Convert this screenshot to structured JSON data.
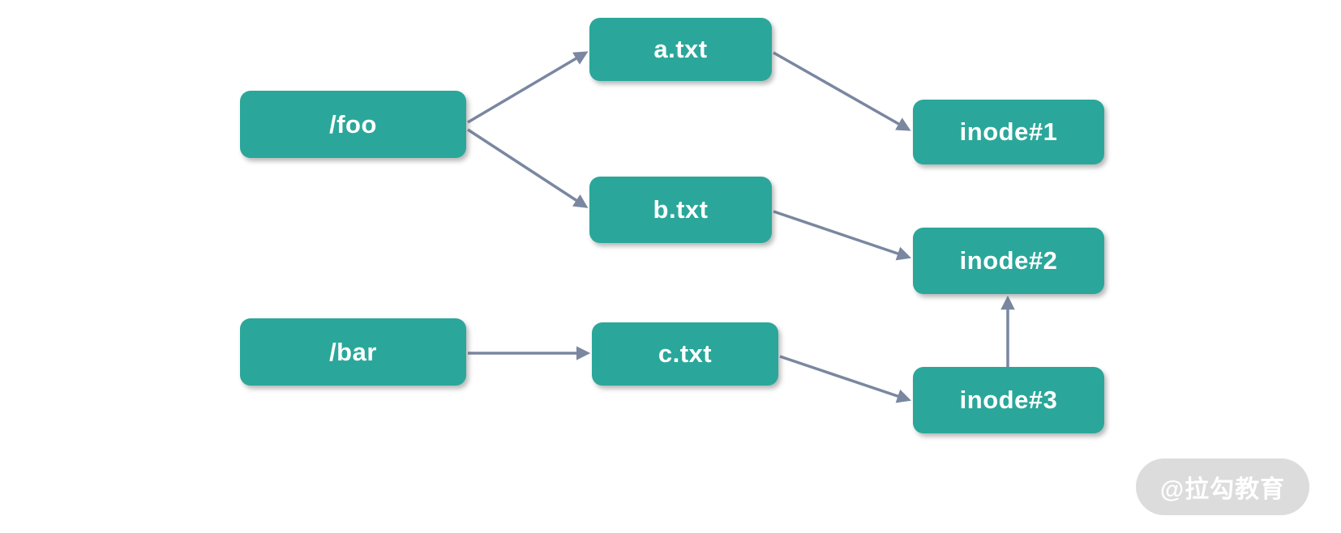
{
  "diagram": {
    "description": "Directory entries mapping file names to inodes",
    "nodes": [
      {
        "id": "foo",
        "label": "/foo"
      },
      {
        "id": "a-txt",
        "label": "a.txt"
      },
      {
        "id": "b-txt",
        "label": "b.txt"
      },
      {
        "id": "bar",
        "label": "/bar"
      },
      {
        "id": "c-txt",
        "label": "c.txt"
      },
      {
        "id": "inode1",
        "label": "inode#1"
      },
      {
        "id": "inode2",
        "label": "inode#2"
      },
      {
        "id": "inode3",
        "label": "inode#3"
      }
    ],
    "edges": [
      {
        "from": "/foo",
        "to": "a.txt"
      },
      {
        "from": "/foo",
        "to": "b.txt"
      },
      {
        "from": "a.txt",
        "to": "inode#1"
      },
      {
        "from": "b.txt",
        "to": "inode#2"
      },
      {
        "from": "/bar",
        "to": "c.txt"
      },
      {
        "from": "c.txt",
        "to": "inode#3"
      },
      {
        "from": "inode#3",
        "to": "inode#2"
      }
    ]
  },
  "watermark": {
    "text": "@拉勾教育"
  },
  "colors": {
    "background": "#ffffff",
    "node_fill": "#2aa79a",
    "node_text": "#ffffff",
    "arrow": "#7a87a0",
    "watermark_bg": "#dcdcdc",
    "watermark_text": "#ffffff"
  }
}
